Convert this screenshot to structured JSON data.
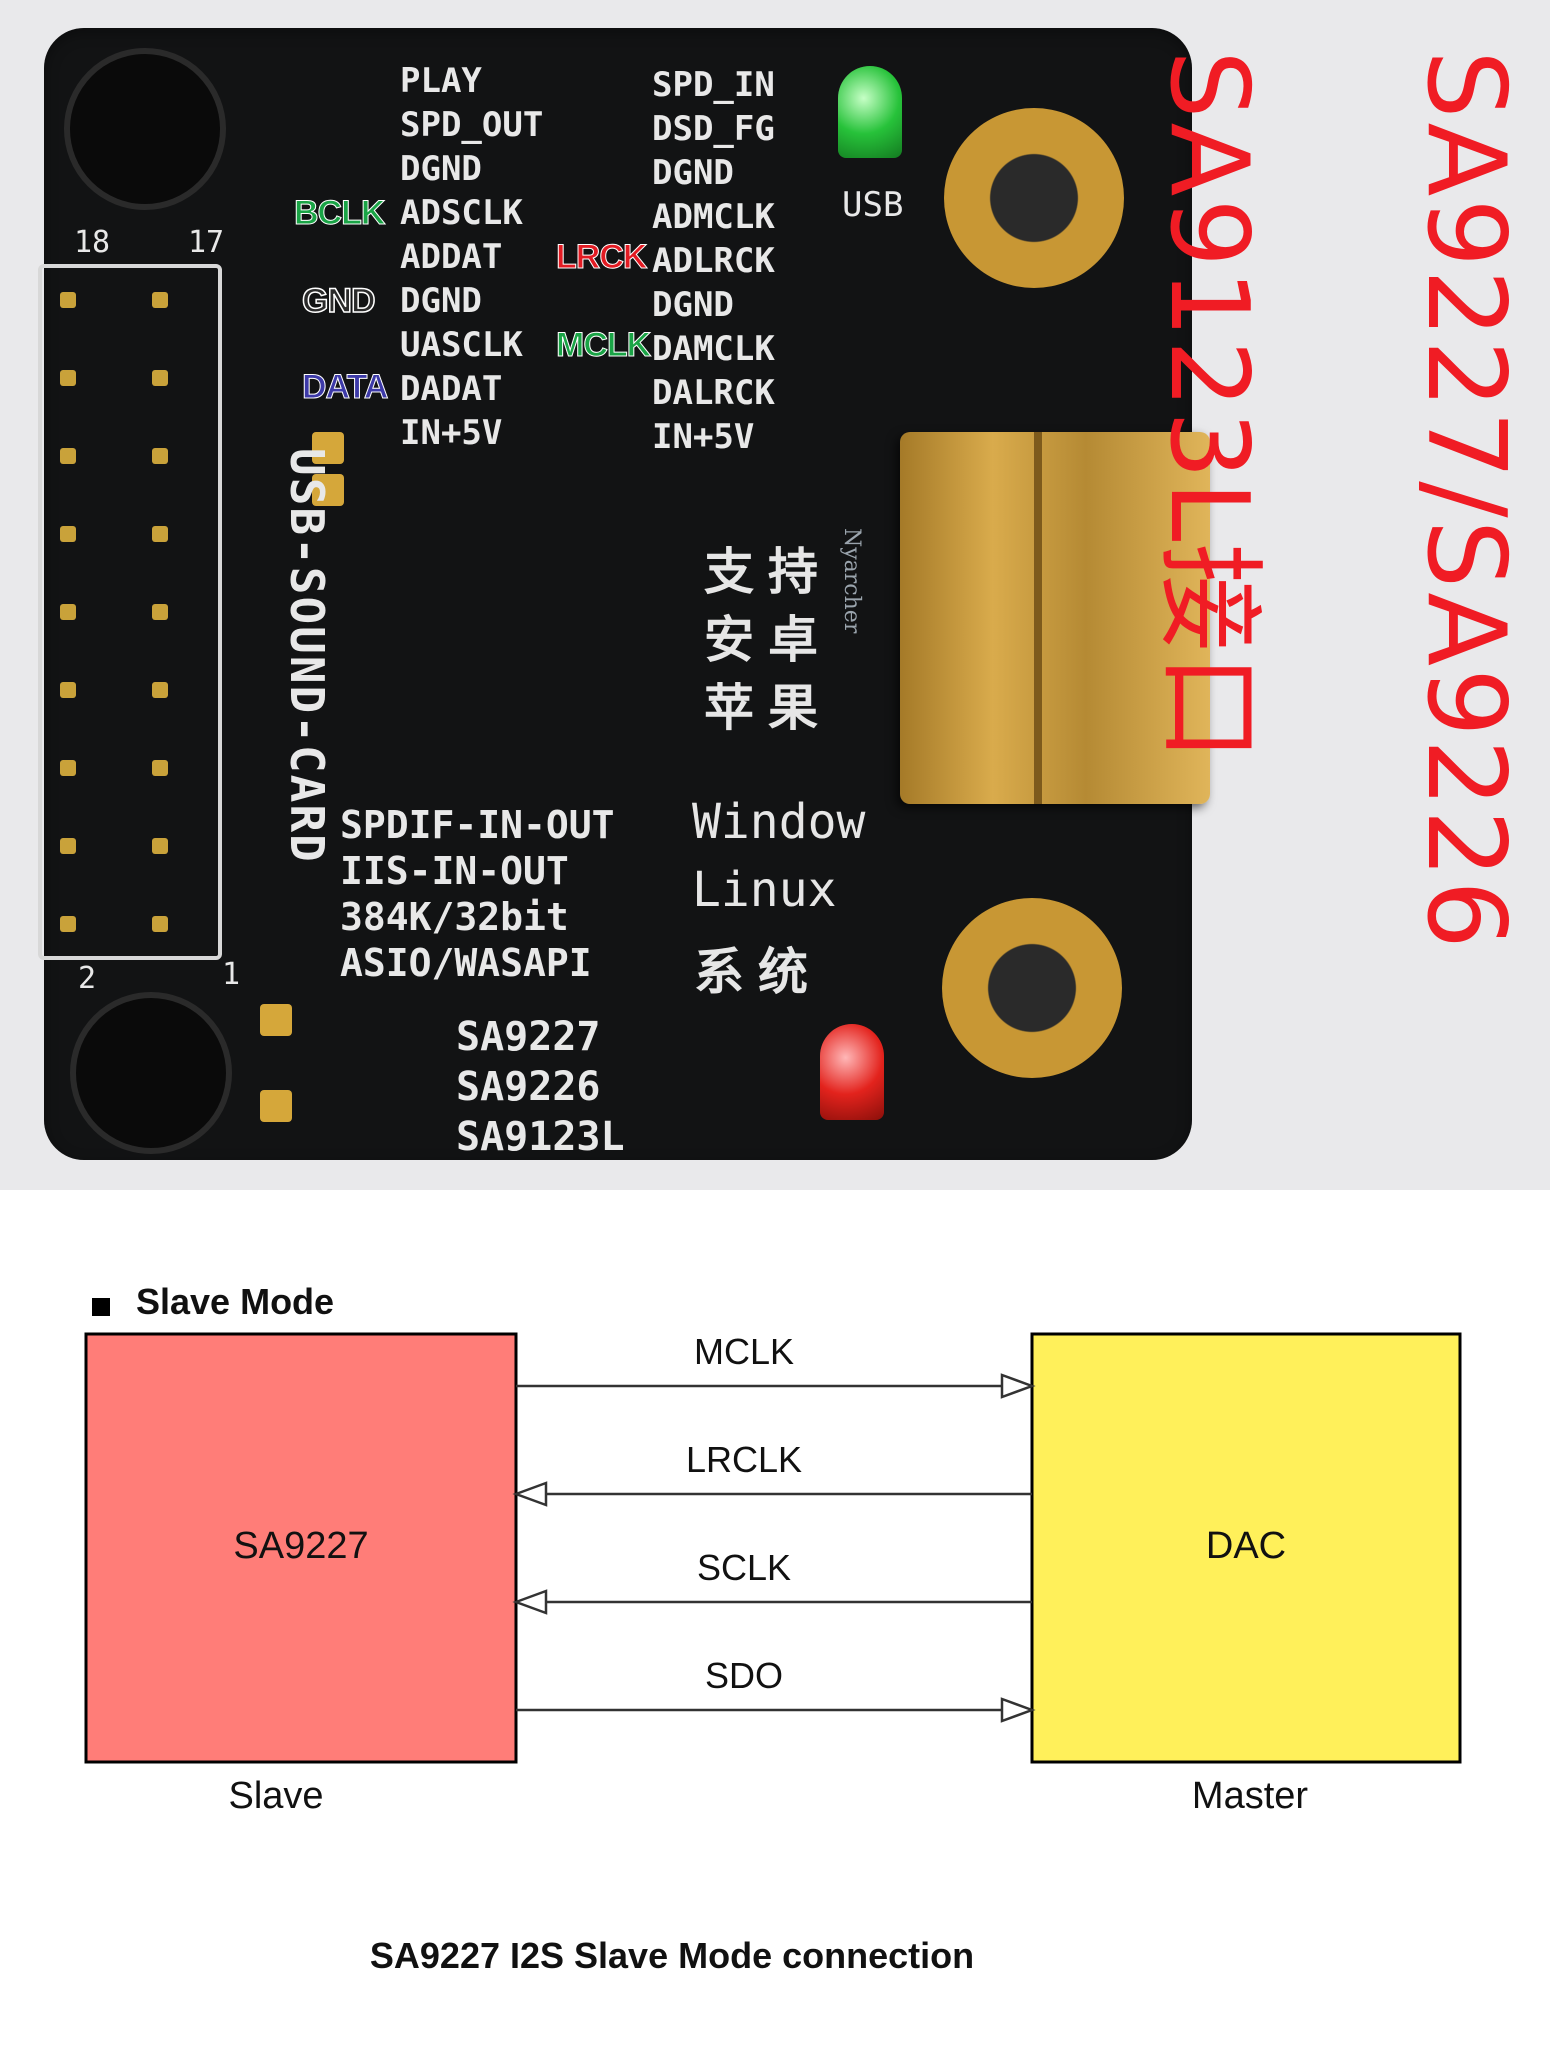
{
  "board": {
    "left_header_pins": [
      "PLAY",
      "SPD_OUT",
      "DGND",
      "ADSCLK",
      "ADDAT",
      "DGND",
      "UASCLK",
      "DADAT",
      "IN+5V"
    ],
    "right_header_pins": [
      "SPD_IN",
      "DSD_FG",
      "DGND",
      "ADMCLK",
      "ADLRCK",
      "DGND",
      "DAMCLK",
      "DALRCK",
      "IN+5V"
    ],
    "header_numbers": {
      "top_left": "18",
      "top_right": "17",
      "bottom_left": "2",
      "bottom_right": "1"
    },
    "led_label": "USB",
    "board_name": "USB-SOUND-CARD",
    "features": [
      "SPDIF-IN-OUT",
      "IIS-IN-OUT",
      "384K/32bit",
      "ASIO/WASAPI"
    ],
    "supported_systems": [
      "支持",
      "安卓",
      "苹果",
      "Window",
      "Linux",
      "系统"
    ],
    "chips": [
      "SA9227",
      "SA9226",
      "SA9123L"
    ],
    "watermark": "Nyarcher"
  },
  "annotations": {
    "bclk": "BCLK",
    "gnd": "GND",
    "data": "DATA",
    "lrck": "LRCK",
    "mclk": "MCLK",
    "vertical_1": "SA9227/SA9226",
    "vertical_2": "SA9123L接口"
  },
  "diagram": {
    "heading": "Slave Mode",
    "left_block": {
      "label": "SA9227",
      "caption": "Slave",
      "color": "#ff7d78"
    },
    "right_block": {
      "label": "DAC",
      "caption": "Master",
      "color": "#fff05a"
    },
    "signals": [
      {
        "name": "MCLK",
        "direction": "to-right"
      },
      {
        "name": "LRCLK",
        "direction": "to-left"
      },
      {
        "name": "SCLK",
        "direction": "to-left"
      },
      {
        "name": "SDO",
        "direction": "to-right"
      }
    ],
    "caption": "SA9227 I2S Slave Mode connection"
  }
}
